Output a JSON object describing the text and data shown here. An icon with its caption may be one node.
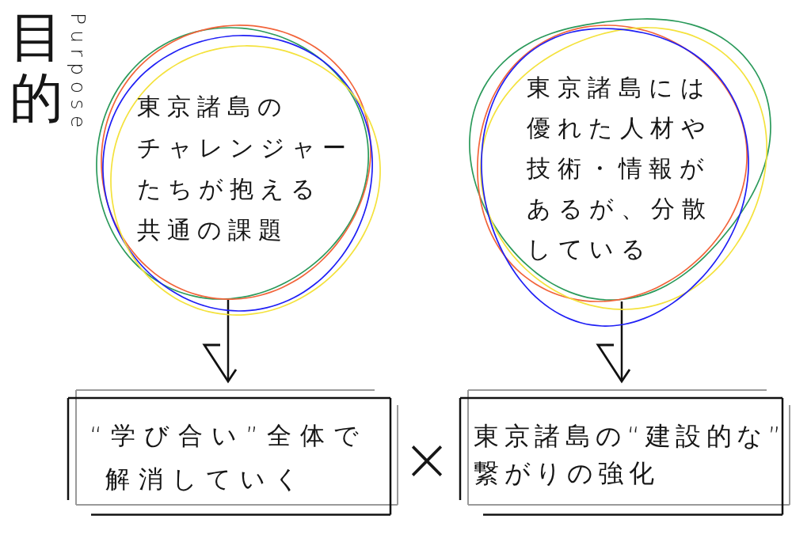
{
  "diagram": {
    "title": "目的",
    "nodes": [
      {
        "text": [
          "東京諸島のチャレンジャーたちが抱える共通の課題"
        ]
      },
      {
        "text": [
          "東京諸島には優れた人材や技術・情報があるが、分散している"
        ]
      },
      {
        "text": [
          "“学び合い”全体で解消していく"
        ]
      },
      {
        "text": [
          "東京諸島の“建設的な”繋がりの強化"
        ]
      }
    ],
    "edges": [
      {
        "from": 0,
        "to": 2,
        "arrow": "to"
      },
      {
        "from": 1,
        "to": 3,
        "arrow": "to"
      }
    ],
    "labels": [
      "Purpose",
      "×"
    ]
  }
}
